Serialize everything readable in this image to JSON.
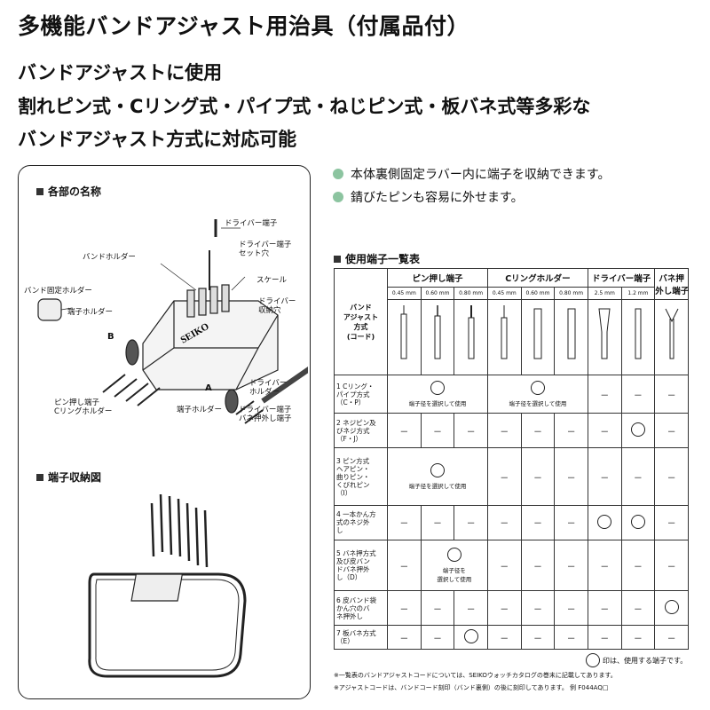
{
  "title": "多機能バンドアジャスト用治具（付属品付）",
  "subtitle_lines": [
    "バンドアジャストに使用",
    "割れピン式・Cリング式・パイプ式・ねじピン式・板バネ式等多彩な",
    "バンドアジャスト方式に対応可能"
  ],
  "diagram": {
    "section1": "各部の名称",
    "section2": "端子収納図",
    "brand": "SEIKO",
    "labels": {
      "driver_tip": "ドライバー端子",
      "driver_tip_hole": "ドライバー端子\nセット穴",
      "band_holder": "バンドホルダー",
      "scale": "スケール",
      "driver": "ドライバー\n収納穴",
      "band_fix_holder": "バンド固定ホルダー",
      "tip_holder_l": "端子ホルダー",
      "pin_c_holder": "ピン押し端子\nCリングホルダー",
      "tip_holder_b": "端子ホルダー",
      "driver_holder": "ドライバー\nホルダー",
      "spring_tip": "ドライバー端子\nバネ押外し端子",
      "a": "A",
      "b": "B"
    }
  },
  "bullets": [
    "本体裏側固定ラバー内に端子を収納できます。",
    "錆びたピンも容易に外せます。"
  ],
  "table_title": "使用端子一覧表",
  "table": {
    "corner": "バンド\nアジャスト\n方式\n(コード)",
    "groups": [
      "ピン押し端子",
      "Cリングホルダー",
      "ドライバー端子",
      "バネ押\n外し端子"
    ],
    "sizes": [
      "0.45 mm",
      "0.60 mm",
      "0.80 mm",
      "0.45 mm",
      "0.60 mm",
      "0.80 mm",
      "2.5 mm",
      "1.2 mm"
    ],
    "rows": [
      {
        "label": "1 Cリング・\nパイプ方式\n（C・P）"
      },
      {
        "label": "2 ネジピン及\nびネジ方式\n（F・J）"
      },
      {
        "label": "3 ピン方式\nヘアピン・\n曲りピン・\nくびれピン\n（I）"
      },
      {
        "label": "4 一本かん方\n式のネジ外\nし"
      },
      {
        "label": "5 バネ押方式\n及び皮バン\nドバネ押外\nし（D）"
      },
      {
        "label": "6 皮バンド袋\nかん穴のバ\nネ押外し"
      },
      {
        "label": "7 板バネ方式\n（E）"
      }
    ],
    "dash": "－",
    "note_select": "端子径を選択して使用",
    "note_select2": "端子径を\n選択して使用"
  },
  "legend": "印は、使用する端子です。",
  "footnotes": [
    "※一覧表のバンドアジャストコードについては、SEIKOウォッチカタログの巻末に記載してあります。",
    "※アジャストコードは、バンドコード刻印（バンド裏側）の後に刻印してあります。 例 F044AQ□"
  ]
}
